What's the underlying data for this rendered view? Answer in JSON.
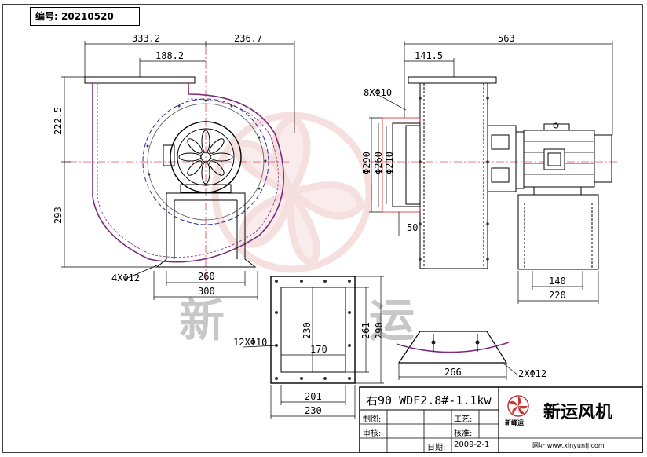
{
  "header": {
    "code_label": "编号:",
    "code_value": "20210520"
  },
  "watermark": {
    "text_left": "新",
    "text_right": "运"
  },
  "dimensions": {
    "side_view": [
      "333.2",
      "236.7",
      "188.2",
      "222.5",
      "293",
      "4XΦ12",
      "260",
      "300"
    ],
    "front_view": [
      "563",
      "141.5",
      "8XΦ10",
      "Φ290",
      "Φ260",
      "Φ210",
      "50",
      "140",
      "220"
    ],
    "outlet_flange": [
      "12XΦ10",
      "230",
      "170",
      "261",
      "290",
      "201",
      "230"
    ],
    "mount_bracket": [
      "266",
      "2XΦ12"
    ]
  },
  "title_block": {
    "model": "右90 WDF2.8#-1.1kw",
    "drawn_label": "制图:",
    "craft_label": "工艺:",
    "review_label": "审核:",
    "approve_label": "核准:",
    "date_label": "日期:",
    "date_value": "2009-2-1",
    "company": "新运风机",
    "logo_text": "新峰运",
    "website": "网址:www.xinyunfj.com"
  }
}
